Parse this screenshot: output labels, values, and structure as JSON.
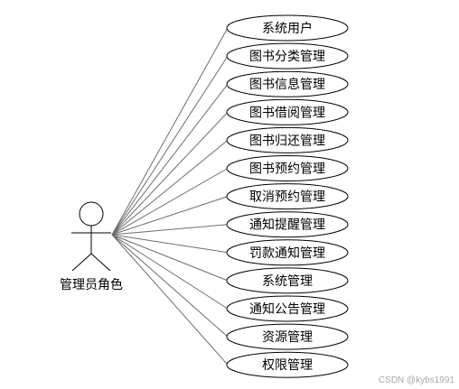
{
  "actor": {
    "label": "管理员角色",
    "icon": "stick-figure-icon"
  },
  "use_cases": [
    {
      "label": "系统用户"
    },
    {
      "label": "图书分类管理"
    },
    {
      "label": "图书信息管理"
    },
    {
      "label": "图书借阅管理"
    },
    {
      "label": "图书归还管理"
    },
    {
      "label": "图书预约管理"
    },
    {
      "label": "取消预约管理"
    },
    {
      "label": "通知提醒管理"
    },
    {
      "label": "罚款通知管理"
    },
    {
      "label": "系统管理"
    },
    {
      "label": "通知公告管理"
    },
    {
      "label": "资源管理"
    },
    {
      "label": "权限管理"
    }
  ],
  "watermark": "CSDN @kybs1991",
  "colors": {
    "stroke": "#000000",
    "line": "#6d6d6d",
    "ellipse_fill": "#ffffff",
    "watermark": "#a8a8a8"
  }
}
